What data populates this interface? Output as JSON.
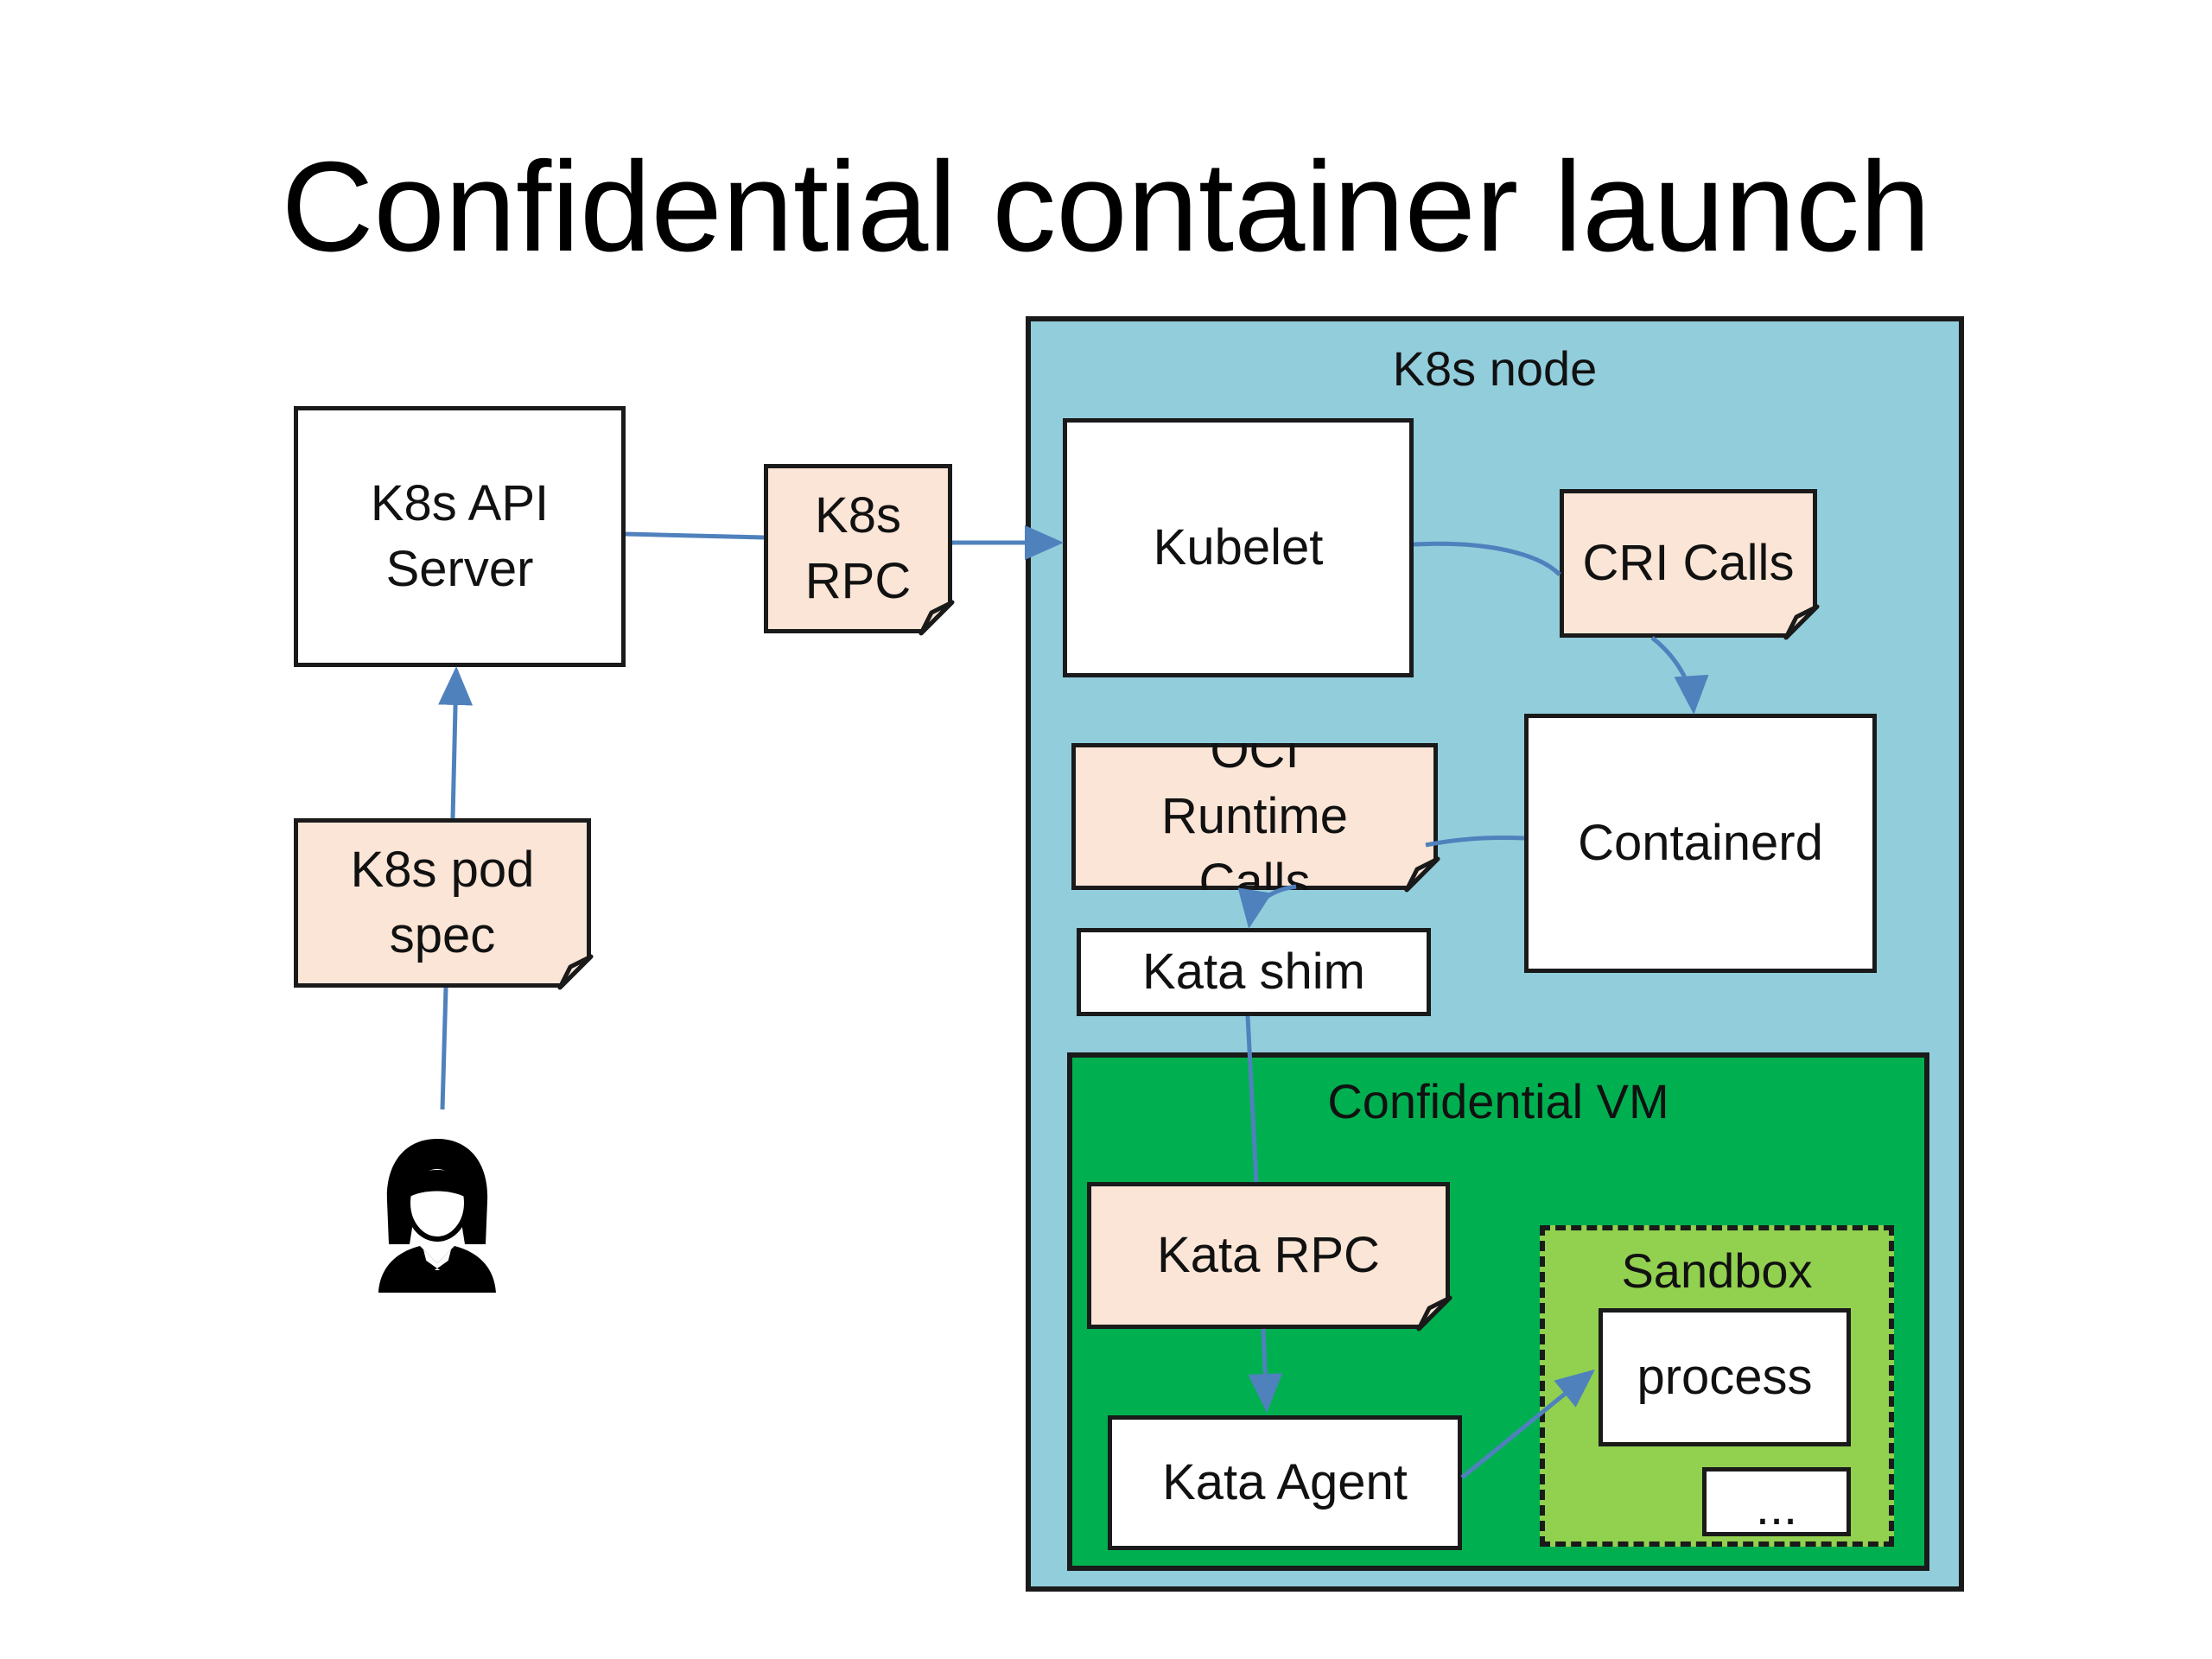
{
  "title": "Confidential container launch",
  "regions": {
    "k8s_node": "K8s node",
    "confidential_vm": "Confidential VM",
    "sandbox": "Sandbox"
  },
  "nodes": {
    "api_server": "K8s API Server",
    "k8s_rpc": "K8s RPC",
    "kubelet": "Kubelet",
    "cri_calls": "CRI Calls",
    "containerd": "Containerd",
    "oci_runtime_calls": "OCI Runtime Calls",
    "kata_shim": "Kata shim",
    "kata_rpc": "Kata RPC",
    "kata_agent": "Kata Agent",
    "process": "process",
    "ellipsis": "...",
    "pod_spec": "K8s pod spec"
  },
  "icons": {
    "user": "user-icon"
  },
  "colors": {
    "node_bg": "#92cddc",
    "vm_bg": "#00b050",
    "sandbox_bg": "#92d050",
    "note_bg": "#fbe5d6",
    "arrow": "#4f81bd"
  }
}
